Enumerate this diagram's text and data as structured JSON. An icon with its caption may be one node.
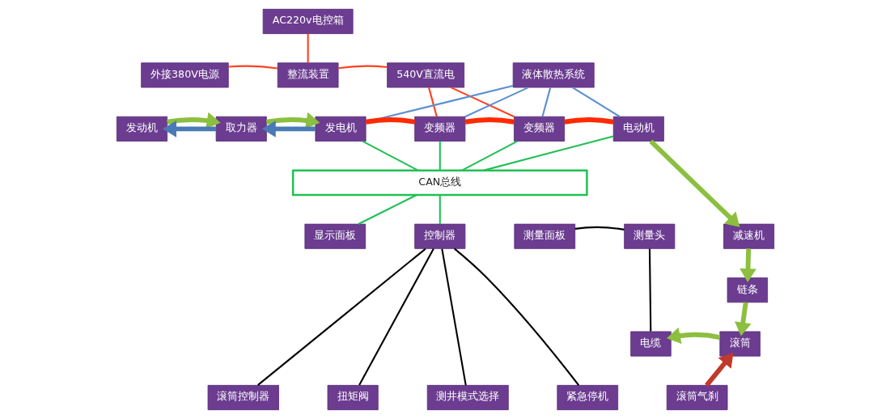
{
  "diagram": {
    "nodes": [
      {
        "text": [
          "AC220v电控箱"
        ]
      },
      {
        "text": [
          "外接380V电源"
        ]
      },
      {
        "text": [
          "整流装置"
        ]
      },
      {
        "text": [
          "540V直流电"
        ]
      },
      {
        "text": [
          "液体散热系统"
        ]
      },
      {
        "text": [
          "发动机"
        ]
      },
      {
        "text": [
          "取力器"
        ]
      },
      {
        "text": [
          "发电机"
        ]
      },
      {
        "text": [
          "变频器"
        ]
      },
      {
        "text": [
          "变频器"
        ]
      },
      {
        "text": [
          "电动机"
        ]
      },
      {
        "text": [
          "CAN总线"
        ]
      },
      {
        "text": [
          "减速机"
        ]
      },
      {
        "text": [
          "显示面板"
        ]
      },
      {
        "text": [
          "控制器"
        ]
      },
      {
        "text": [
          "测量面板"
        ]
      },
      {
        "text": [
          "测量头"
        ]
      },
      {
        "text": [
          "链条"
        ]
      },
      {
        "text": [
          "电缆"
        ]
      },
      {
        "text": [
          "滚筒"
        ]
      },
      {
        "text": [
          "滚筒控制器"
        ]
      },
      {
        "text": [
          "扭矩阀"
        ]
      },
      {
        "text": [
          "测井模式选择"
        ]
      },
      {
        "text": [
          "紧急停机"
        ]
      },
      {
        "text": [
          "滚筒气刹"
        ]
      }
    ],
    "edges": [
      {
        "from": 2,
        "to": 0,
        "arrow": "none",
        "color": "#ff4020"
      },
      {
        "from": 1,
        "to": 2,
        "arrow": "none",
        "color": "#ff4020"
      },
      {
        "from": 2,
        "to": 3,
        "arrow": "none",
        "color": "#ff4020"
      },
      {
        "from": 3,
        "to": 8,
        "arrow": "none",
        "color": "#ff4020"
      },
      {
        "from": 3,
        "to": 9,
        "arrow": "none",
        "color": "#ff4020"
      },
      {
        "from": 4,
        "to": 7,
        "arrow": "none",
        "color": "#5b8fd0"
      },
      {
        "from": 4,
        "to": 8,
        "arrow": "none",
        "color": "#5b8fd0"
      },
      {
        "from": 4,
        "to": 9,
        "arrow": "none",
        "color": "#5b8fd0"
      },
      {
        "from": 4,
        "to": 10,
        "arrow": "none",
        "color": "#5b8fd0"
      },
      {
        "from": 6,
        "to": 5,
        "arrow": "to",
        "style": "thick",
        "color": "#4a7ab5"
      },
      {
        "from": 5,
        "to": 6,
        "arrow": "to",
        "style": "thick",
        "color": "#8cbf3f"
      },
      {
        "from": 7,
        "to": 6,
        "arrow": "to",
        "style": "thick",
        "color": "#4a7ab5"
      },
      {
        "from": 6,
        "to": 7,
        "arrow": "to",
        "style": "thick",
        "color": "#8cbf3f"
      },
      {
        "from": 7,
        "to": 8,
        "arrow": "none",
        "style": "thick",
        "color": "#ff2a00"
      },
      {
        "from": 8,
        "to": 9,
        "arrow": "none",
        "style": "thick",
        "color": "#ff2a00"
      },
      {
        "from": 9,
        "to": 10,
        "arrow": "none",
        "style": "thick",
        "color": "#ff2a00"
      },
      {
        "from": 7,
        "to": 11,
        "arrow": "none",
        "color": "#22c055"
      },
      {
        "from": 8,
        "to": 11,
        "arrow": "none",
        "color": "#22c055"
      },
      {
        "from": 9,
        "to": 11,
        "arrow": "none",
        "color": "#22c055"
      },
      {
        "from": 10,
        "to": 11,
        "arrow": "none",
        "color": "#22c055"
      },
      {
        "from": 11,
        "to": 13,
        "arrow": "none",
        "color": "#22c055"
      },
      {
        "from": 11,
        "to": 14,
        "arrow": "none",
        "color": "#22c055"
      },
      {
        "from": 10,
        "to": 12,
        "arrow": "to",
        "style": "thick",
        "color": "#8cbf3f"
      },
      {
        "from": 12,
        "to": 17,
        "arrow": "to",
        "style": "thick",
        "color": "#8cbf3f"
      },
      {
        "from": 17,
        "to": 19,
        "arrow": "to",
        "style": "thick",
        "color": "#8cbf3f"
      },
      {
        "from": 19,
        "to": 18,
        "arrow": "to",
        "style": "thick",
        "color": "#8cbf3f"
      },
      {
        "from": 24,
        "to": 19,
        "arrow": "to",
        "style": "thick",
        "color": "#c0392b"
      },
      {
        "from": 15,
        "to": 16,
        "arrow": "none",
        "color": "#000000"
      },
      {
        "from": 16,
        "to": 18,
        "arrow": "none",
        "color": "#000000"
      },
      {
        "from": 14,
        "to": 20,
        "arrow": "none",
        "color": "#000000"
      },
      {
        "from": 14,
        "to": 21,
        "arrow": "none",
        "color": "#000000"
      },
      {
        "from": 14,
        "to": 22,
        "arrow": "none",
        "color": "#000000"
      },
      {
        "from": 14,
        "to": 23,
        "arrow": "none",
        "color": "#000000"
      }
    ]
  }
}
